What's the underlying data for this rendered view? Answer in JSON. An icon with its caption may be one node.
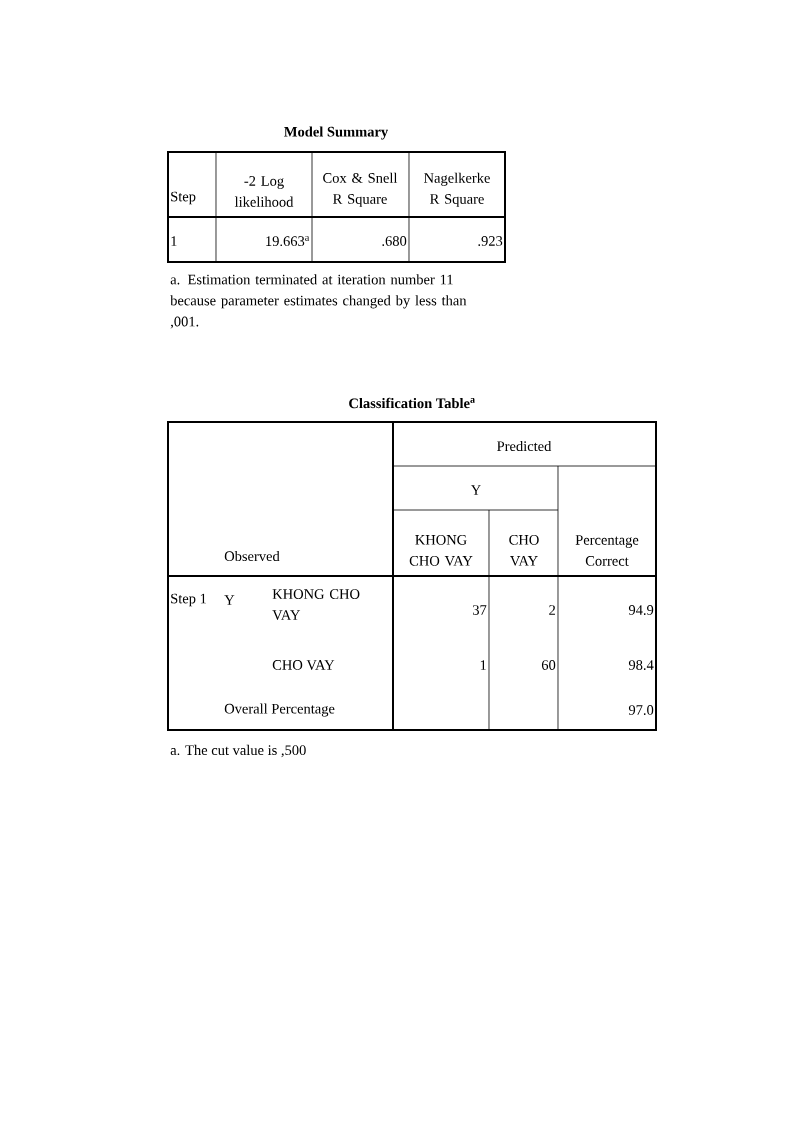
{
  "diagram": {
    "labels": [
      "Model Summary",
      "Step",
      "-2 Log likelihood",
      "Cox & Snell R Square",
      "Nagelkerke R Square",
      "1",
      "19.663$^{a}$",
      ".680",
      ".923",
      "a. Estimation terminated at iteration number 11 because parameter estimates changed by less than ,001.",
      "Classification Table$^{a}$",
      "Predicted",
      "Y",
      "Observed",
      "KHONG CHO VAY",
      "CHO VAY",
      "Percentage Correct",
      "Step 1",
      "Y",
      "KHONG CHO VAY",
      "37",
      "2",
      "94.9",
      "CHO VAY",
      "1",
      "60",
      "98.4",
      "Overall Percentage",
      "97.0",
      "a. The cut value is ,500"
    ]
  }
}
